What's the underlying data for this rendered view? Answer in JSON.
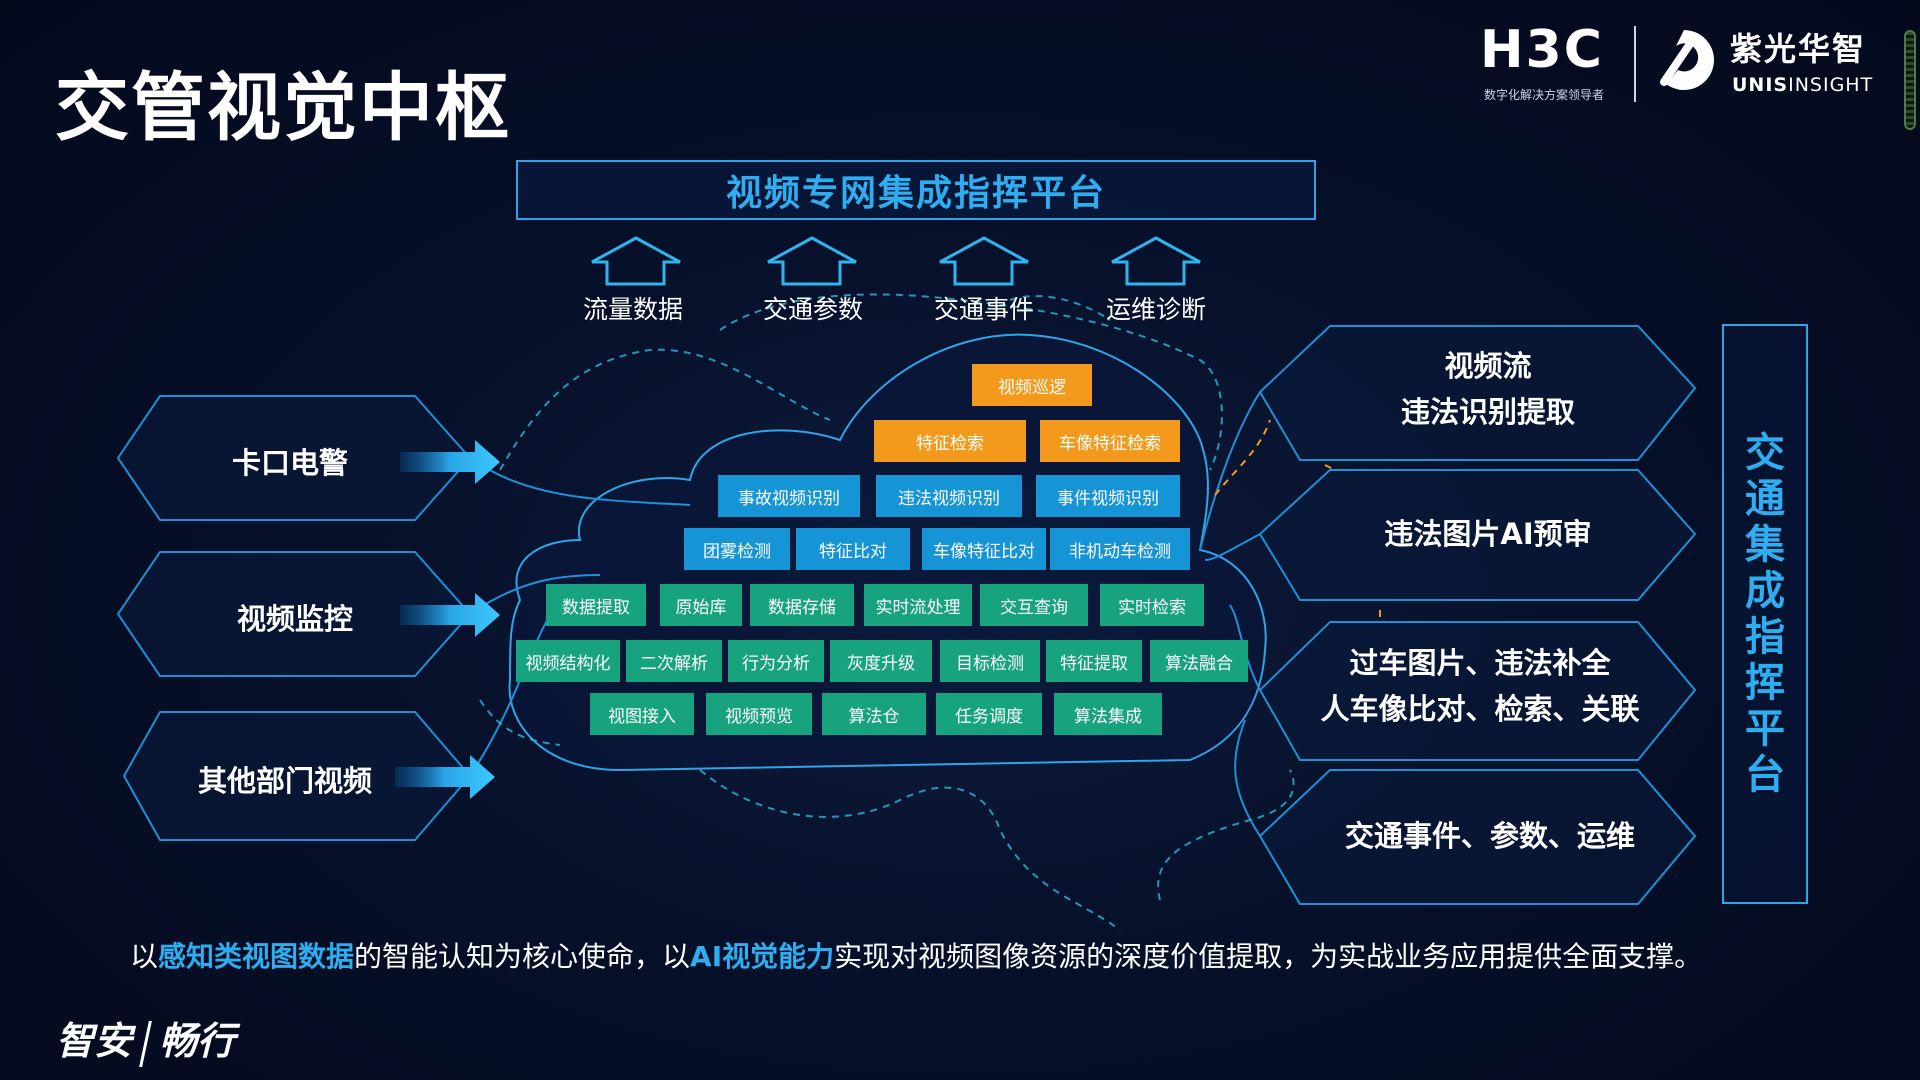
{
  "title": "交管视觉中枢",
  "logo": {
    "h3c": "H3C",
    "h3c_sub": "数字化解决方案领导者",
    "brand_zh": "紫光华智",
    "brand_en_bold": "UNIS",
    "brand_en_rest": "INSIGHT"
  },
  "top_platform": "视频专网集成指挥平台",
  "outputs": [
    "流量数据",
    "交通参数",
    "交通事件",
    "运维诊断"
  ],
  "sources": [
    "卡口电警",
    "视频监控",
    "其他部门视频"
  ],
  "modules": {
    "row1": [
      "视频巡逻"
    ],
    "row2": [
      "特征检索",
      "车像特征检索"
    ],
    "row3": [
      "事故视频识别",
      "违法视频识别",
      "事件视频识别"
    ],
    "row4": [
      "团雾检测",
      "特征比对",
      "车像特征比对",
      "非机动车检测"
    ],
    "row5": [
      "数据提取",
      "原始库",
      "数据存储",
      "实时流处理",
      "交互查询",
      "实时检索"
    ],
    "row6": [
      "视频结构化",
      "二次解析",
      "行为分析",
      "灰度升级",
      "目标检测",
      "特征提取",
      "算法融合"
    ],
    "row7": [
      "视图接入",
      "视频预览",
      "算法仓",
      "任务调度",
      "算法集成"
    ]
  },
  "applications": [
    {
      "lines": [
        "视频流",
        "违法识别提取"
      ]
    },
    {
      "lines": [
        "违法图片AI预审"
      ]
    },
    {
      "lines": [
        "过车图片、违法补全",
        "人车像比对、检索、关联"
      ]
    },
    {
      "lines": [
        "交通事件、参数、运维"
      ]
    }
  ],
  "right_platform_chars": [
    "交",
    "通",
    "集",
    "成",
    "指",
    "挥",
    "平",
    "台"
  ],
  "bottom_text": {
    "p1": "以",
    "h1": "感知类视图数据",
    "p2": "的智能认知为核心使命，以",
    "h2": "AI视觉能力",
    "p3": "实现对视频图像资源的深度价值提取，为实战业务应用提供全面支撑。"
  },
  "slogan": {
    "left": "智安",
    "right": "畅行"
  },
  "colors": {
    "accent_blue": "#2eaef0",
    "orange": "#f39a1c",
    "module_blue": "#1695d6",
    "module_green": "#18a37f",
    "line": "#2fa4e7"
  }
}
